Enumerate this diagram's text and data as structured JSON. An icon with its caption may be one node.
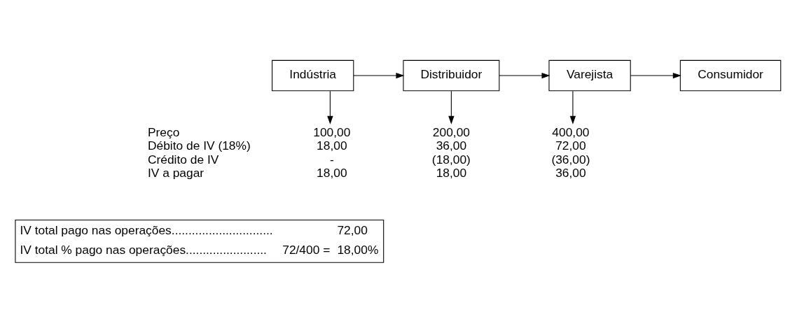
{
  "diagram": {
    "nodes": [
      {
        "text": [
          "Indústria"
        ]
      },
      {
        "text": [
          "Distribuidor"
        ]
      },
      {
        "text": [
          "Varejista"
        ]
      },
      {
        "text": [
          "Consumidor"
        ]
      },
      {
        "text": [
          "100,00",
          "18,00",
          "-",
          "18,00"
        ]
      },
      {
        "text": [
          "200,00",
          "36,00",
          "(18,00)",
          "18,00"
        ]
      },
      {
        "text": [
          "400,00",
          "72,00",
          "(36,00)",
          "36,00"
        ]
      },
      {
        "text": [
          "IV total pago nas operações..............................",
          "IV total % pago nas operações........................",
          "72/400 =",
          "72,00",
          "18,00%"
        ]
      }
    ],
    "edges": [
      {
        "from": 0,
        "to": 1,
        "arrow": "to"
      },
      {
        "from": 0,
        "to": 4,
        "arrow": "to"
      },
      {
        "from": 1,
        "to": 2,
        "arrow": "to"
      },
      {
        "from": 1,
        "to": 5,
        "arrow": "to"
      },
      {
        "from": 2,
        "to": 3,
        "arrow": "to"
      },
      {
        "from": 2,
        "to": 6,
        "arrow": "to"
      }
    ],
    "labels": [
      "Preço",
      "Débito de IV (18%)",
      "Crédito de IV",
      "IV a pagar"
    ]
  }
}
